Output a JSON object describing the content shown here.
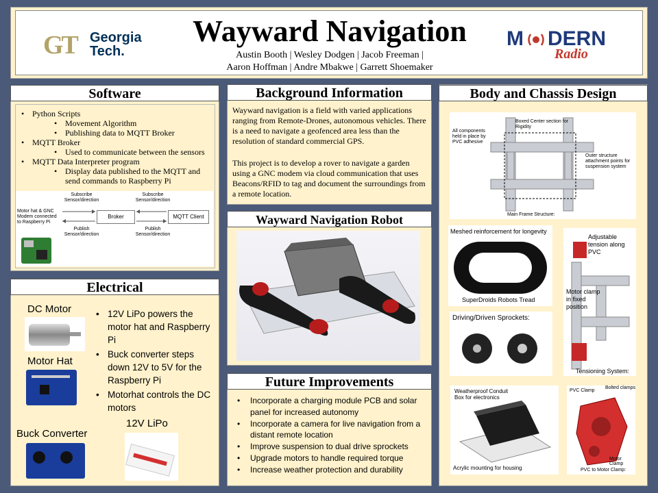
{
  "header": {
    "title": "Wayward Navigation",
    "authors_line1": "Austin Booth | Wesley Dodgen |  Jacob Freeman |",
    "authors_line2": "Aaron Hoffman | Andre Mbakwe | Garrett Shoemaker",
    "logo_left_mark": "GT",
    "logo_left_text1": "Georgia",
    "logo_left_text2": "Tech.",
    "logo_right_text1": "M",
    "logo_right_text2": "DERN",
    "logo_right_text3": "Radio"
  },
  "software": {
    "title": "Software",
    "items": [
      {
        "level": 1,
        "text": "Python Scripts"
      },
      {
        "level": 2,
        "text": "Movement Algorithm"
      },
      {
        "level": 2,
        "text": "Publishing data to MQTT Broker"
      },
      {
        "level": 1,
        "text": "MQTT Broker"
      },
      {
        "level": 2,
        "text": "Used to communicate between the sensors"
      },
      {
        "level": 1,
        "text": "MQTT Data Interpreter program"
      },
      {
        "level": 2,
        "text": "Display data published to the MQTT and send commands to Raspberry Pi"
      }
    ],
    "diagram": {
      "left_box": "Motor hat & GNC Modem connected to Raspberry Pi",
      "broker": "Broker",
      "client": "MQTT Client",
      "sub1": "Subscribe Sensor/direction",
      "pub1": "Publish Sensor/direction",
      "sub2": "Subscribe Sensor/direction",
      "pub2": "Publish Sensor/direction"
    }
  },
  "electrical": {
    "title": "Electrical",
    "labels": {
      "dc_motor": "DC Motor",
      "motor_hat": "Motor Hat",
      "buck": "Buck Converter",
      "lipo": "12V LiPo"
    },
    "bullets": [
      "12V LiPo powers the motor hat and Raspberry Pi",
      "Buck converter steps down 12V to 5V for the Raspberry Pi",
      "Motorhat controls the DC motors"
    ]
  },
  "background": {
    "title": "Background Information",
    "para1": "Wayward navigation is a field with varied applications ranging from Remote-Drones, autonomous vehicles. There is a need to navigate a geofenced area less than the resolution of standard commercial GPS.",
    "para2": "This project is to develop a rover to navigate a garden using a GNC modem via cloud communication that uses Beacons/RFID to tag and document the surroundings from a remote location."
  },
  "robot": {
    "title": "Wayward Navigation Robot"
  },
  "future": {
    "title": "Future Improvements",
    "bullets": [
      "Incorporate a charging module PCB and solar panel for increased autonomy",
      "Incorporate a camera for live navigation from a distant remote location",
      "Improve suspension to dual drive sprockets",
      "Upgrade motors to handle required torque",
      "Increase weather protection and durability"
    ]
  },
  "chassis": {
    "title": "Body and Chassis Design",
    "frame": {
      "label_components": "All components held in place by PVC adhesive",
      "label_boxed": "Boxed Center section for Rigidity",
      "label_outer": "Outer structure attachment points for suspension system",
      "label_main": "Main Frame Structure:"
    },
    "tread": {
      "top": "Meshed reinforcement for longevity",
      "bottom": "SuperDroids Robots Tread"
    },
    "sprockets": {
      "title": "Driving/Driven Sprockets:"
    },
    "tension": {
      "adjustable": "Adjustable tension along PVC",
      "clamp": "Motor clamp in fixed position",
      "system": "Tensioning System:"
    },
    "conduit": {
      "top": "Weatherproof Conduit Box for electronics",
      "bottom": "Acrylic mounting for housing"
    },
    "clamps": {
      "pvc": "PVC Clamp",
      "bolted": "Bolted clamps",
      "motor": "Motor Clamp",
      "pvc_motor": "PVC to Motor Clamp:"
    }
  }
}
